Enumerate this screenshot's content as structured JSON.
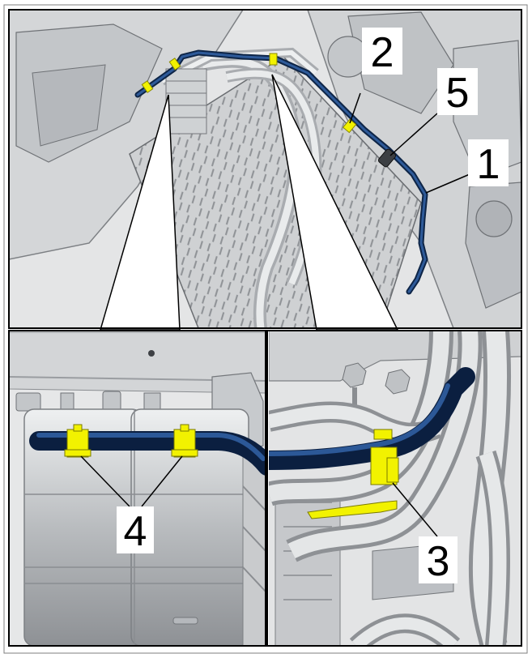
{
  "figure": {
    "callouts": {
      "c1": "1",
      "c2": "2",
      "c3": "3",
      "c4": "4",
      "c5": "5"
    },
    "colors": {
      "line": "#1b3a6b",
      "clip": "#f2f200",
      "metal": "#c9cbcd",
      "metal_dark": "#8c8f93",
      "background": "#e2e3e4",
      "frame": "#000000"
    },
    "panels": [
      "overview",
      "detail-clip-4",
      "detail-clip-3"
    ]
  }
}
